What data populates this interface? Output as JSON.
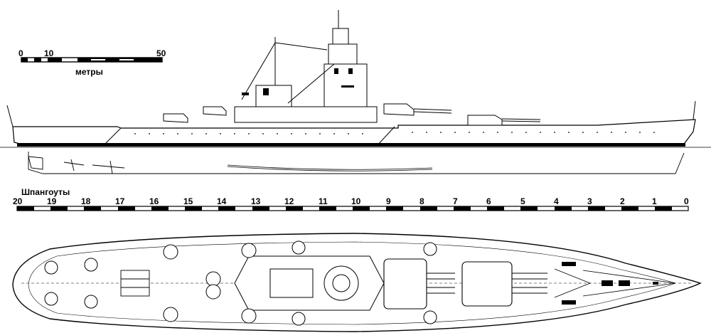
{
  "scale_bar": {
    "ticks": [
      "0",
      "10",
      "50"
    ],
    "unit": "метры"
  },
  "frames_scale": {
    "title": "Шпангоуты",
    "ticks": [
      "20",
      "19",
      "18",
      "17",
      "16",
      "15",
      "14",
      "13",
      "12",
      "11",
      "10",
      "9",
      "8",
      "7",
      "6",
      "5",
      "4",
      "3",
      "2",
      "1",
      "0"
    ]
  }
}
